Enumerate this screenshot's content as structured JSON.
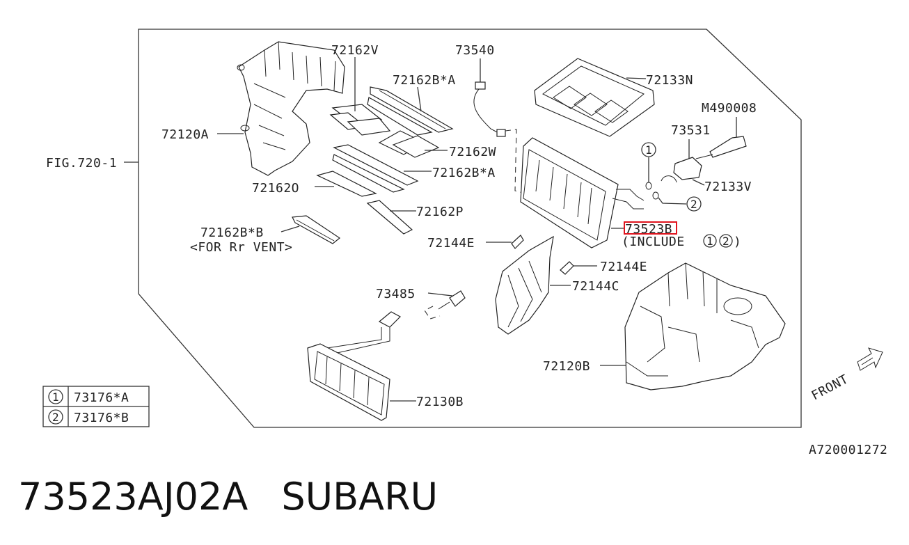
{
  "diagram": {
    "labels": {
      "p72162V": "72162V",
      "p73540": "73540",
      "p72162BA_1": "72162B*A",
      "p72133N": "72133N",
      "pM490008": "M490008",
      "p72120A": "72120A",
      "p73531": "73531",
      "pFIG": "FIG.720-1",
      "p72162W": "72162W",
      "p72162BA_2": "72162B*A",
      "p72133V": "72133V",
      "p72162O": "72162O",
      "p72162P": "72162P",
      "p72162BB": "72162B*B",
      "pForRr": "<FOR Rr VENT>",
      "p73523B": "73523B",
      "pInclude": "(INCLUDE",
      "pIncludeClose": ")",
      "p72144E_1": "72144E",
      "p72144E_2": "72144E",
      "p72144C": "72144C",
      "p73485": "73485",
      "p72120B": "72120B",
      "p72130B": "72130B",
      "pFront": "FRONT",
      "pCode": "A720001272",
      "circle1": "1",
      "circle2": "2"
    },
    "legend": [
      {
        "num": "1",
        "part": "73176*A"
      },
      {
        "num": "2",
        "part": "73176*B"
      }
    ],
    "highlight_color": "#e0141e"
  },
  "title": {
    "part_number": "73523AJ02A",
    "brand": "SUBARU"
  }
}
